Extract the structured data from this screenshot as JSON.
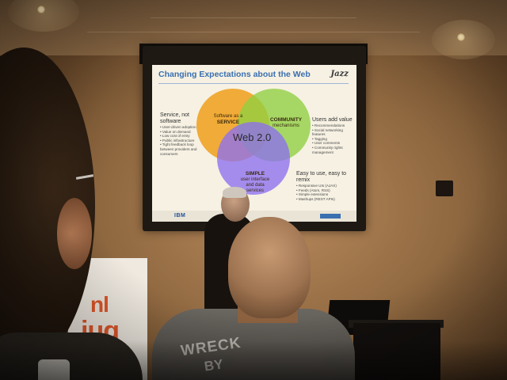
{
  "slide": {
    "title": "Changing Expectations about the Web",
    "logo": "Jazz",
    "center_label": "Web 2.0",
    "left": {
      "heading": "Service, not software",
      "bullets": [
        "User-driven adoption",
        "Value on demand",
        "Low cost of entry",
        "Public infrastructure",
        "Tight feedback loop between providers and consumers"
      ]
    },
    "right_top": {
      "heading": "Users add value",
      "bullets": [
        "Recommendations",
        "Social networking features",
        "Tagging",
        "User comments",
        "Community rights management"
      ]
    },
    "right_bottom": {
      "heading": "Easy to use, easy to remix",
      "bullets": [
        "Responsive UIs (AJAX)",
        "Feeds (Atom, RSS)",
        "Simple extensions",
        "Mashups (REST APIs)"
      ]
    },
    "circle_service": {
      "line1": "Software as a",
      "strong": "SERVICE"
    },
    "circle_community": {
      "strong": "COMMUNITY",
      "line2": "mechanisms"
    },
    "circle_simple": {
      "strong": "SIMPLE",
      "line2": "user interface",
      "line3": "and data",
      "line4": "services"
    },
    "footer_brand": "IBM"
  },
  "banner": {
    "line1": "nl",
    "line2": "jug"
  },
  "shirt": {
    "line1": "WRECK",
    "line2": "BY"
  },
  "colors": {
    "circle_service": "#f0a020",
    "circle_community": "#8fd040",
    "circle_simple": "#8d6ff0",
    "slide_title": "#3a6fb0",
    "banner_text": "#e0572a"
  }
}
